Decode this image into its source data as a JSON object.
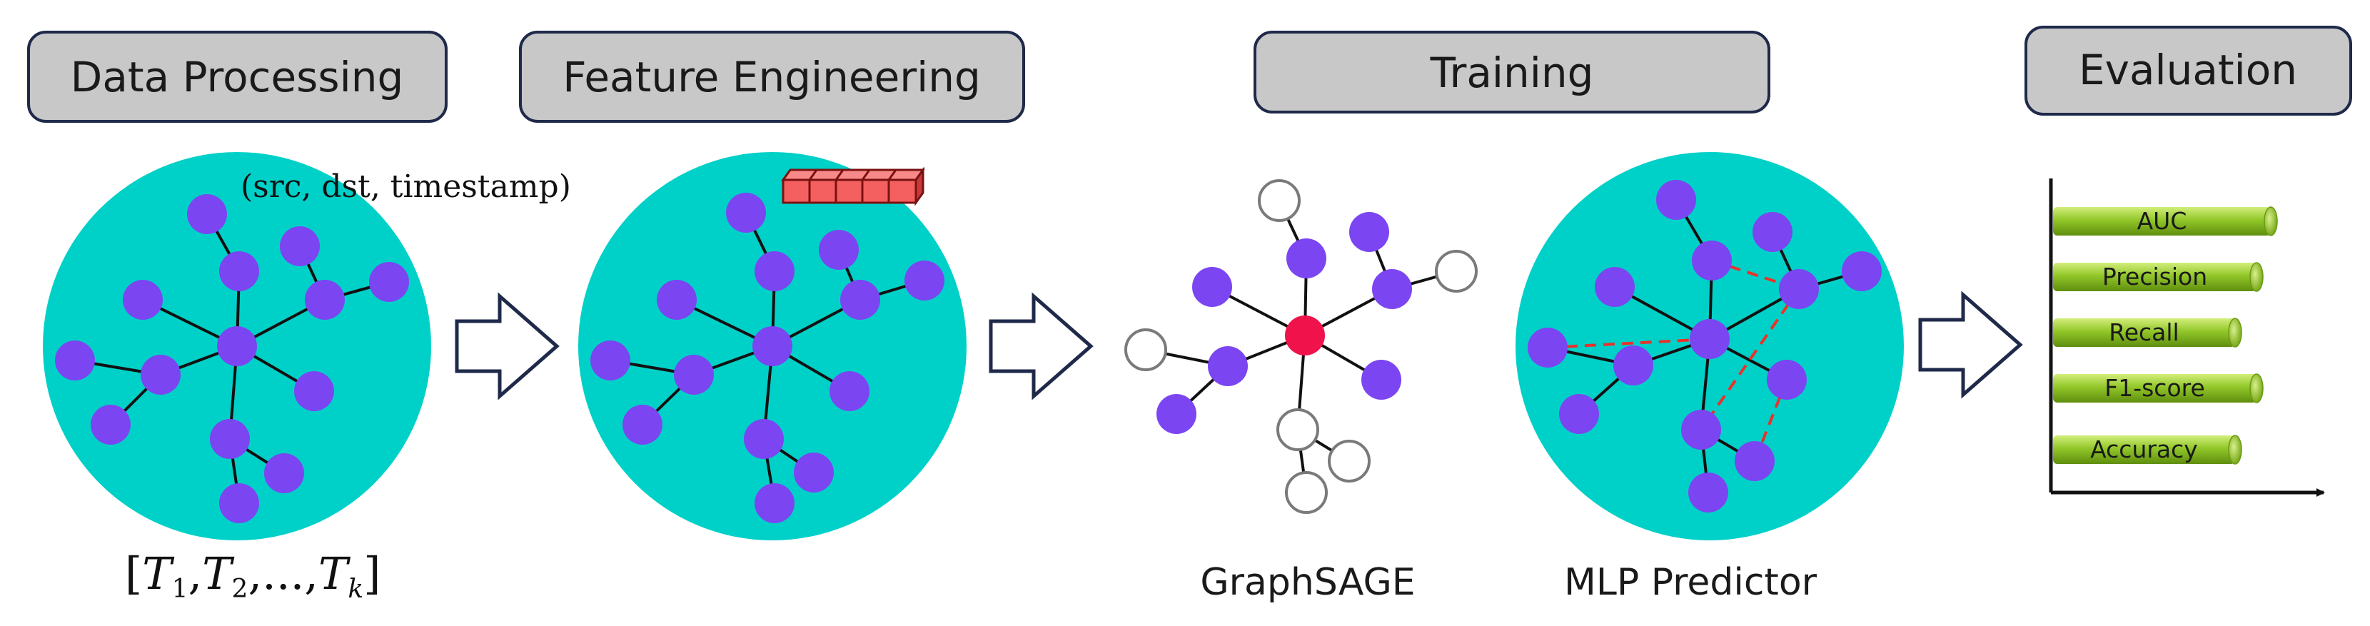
{
  "stages": {
    "data_processing": "Data Processing",
    "feature_engineering": "Feature Engineering",
    "training": "Training",
    "evaluation": "Evaluation"
  },
  "annotations": {
    "edge_tuple": "(src, dst, timestamp)",
    "time_slices": {
      "open": "[",
      "t1": "T",
      "t1_sub": "1",
      "sep1": ",",
      "t2": "T",
      "t2_sub": "2",
      "sep2": ",...,",
      "tk": "T",
      "tk_sub": "k",
      "close": "]"
    }
  },
  "captions": {
    "graphsage": "GraphSAGE",
    "mlp": "MLP Predictor"
  },
  "metrics": [
    "AUC",
    "Precision",
    "Recall",
    "F1-score",
    "Accuracy"
  ],
  "colors": {
    "stage_box": "#c8c8c8",
    "stage_border": "#1f2a4a",
    "graph_disc": "#00d1c8",
    "node": "#7b45f2",
    "center_node": "#f0124a",
    "feature_vector": "#f4605f",
    "predicted_edge": "#e8322a",
    "metric_bar": "#8cc21e",
    "arrow_outline": "#1f2a4a"
  }
}
